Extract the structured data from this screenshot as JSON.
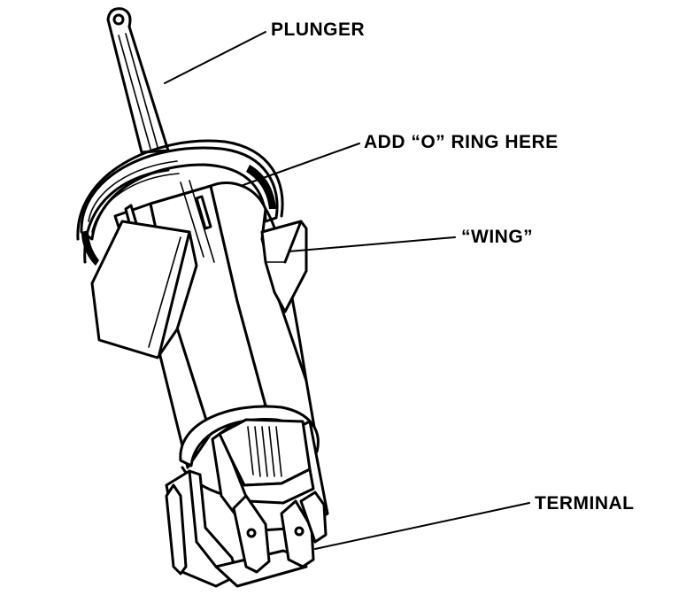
{
  "labels": {
    "plunger": "PLUNGER",
    "o_ring": "ADD “O” RING HERE",
    "wing": "“WING”",
    "terminal": "TERMINAL"
  }
}
